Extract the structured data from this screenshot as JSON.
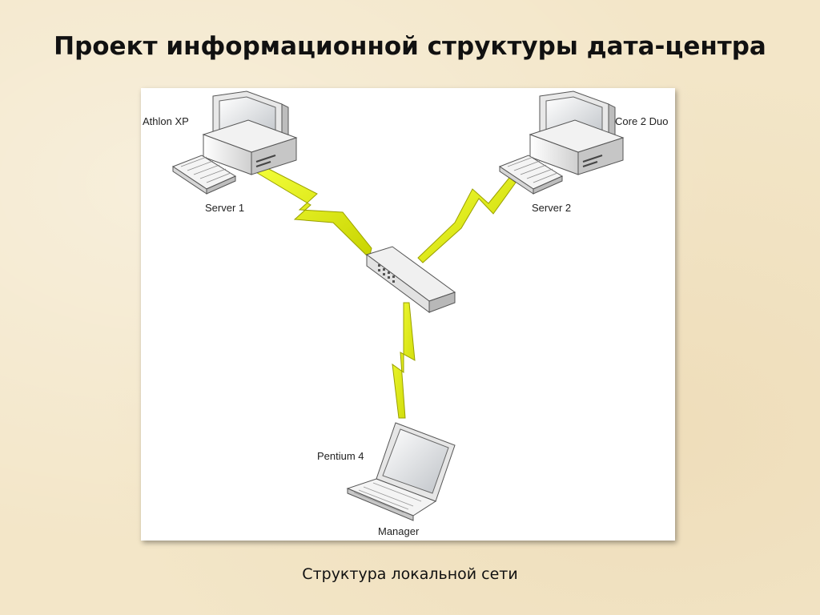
{
  "title": "Проект информационной структуры дата-центра",
  "caption": "Структура локальной сети",
  "diagram": {
    "nodes": {
      "server1": {
        "cpu": "Athlon XP",
        "name": "Server 1",
        "icon": "desktop-computer-icon"
      },
      "server2": {
        "cpu": "Core 2 Duo",
        "name": "Server 2",
        "icon": "desktop-computer-icon"
      },
      "switch": {
        "icon": "network-switch-icon"
      },
      "manager": {
        "cpu": "Pentium 4",
        "name": "Manager",
        "icon": "laptop-icon"
      }
    },
    "links": [
      {
        "from": "server1",
        "to": "switch",
        "style": "lightning"
      },
      {
        "from": "server2",
        "to": "switch",
        "style": "lightning"
      },
      {
        "from": "switch",
        "to": "manager",
        "style": "lightning"
      }
    ],
    "colors": {
      "link_fill": "#e6f000",
      "link_stroke": "#9aa000"
    }
  }
}
